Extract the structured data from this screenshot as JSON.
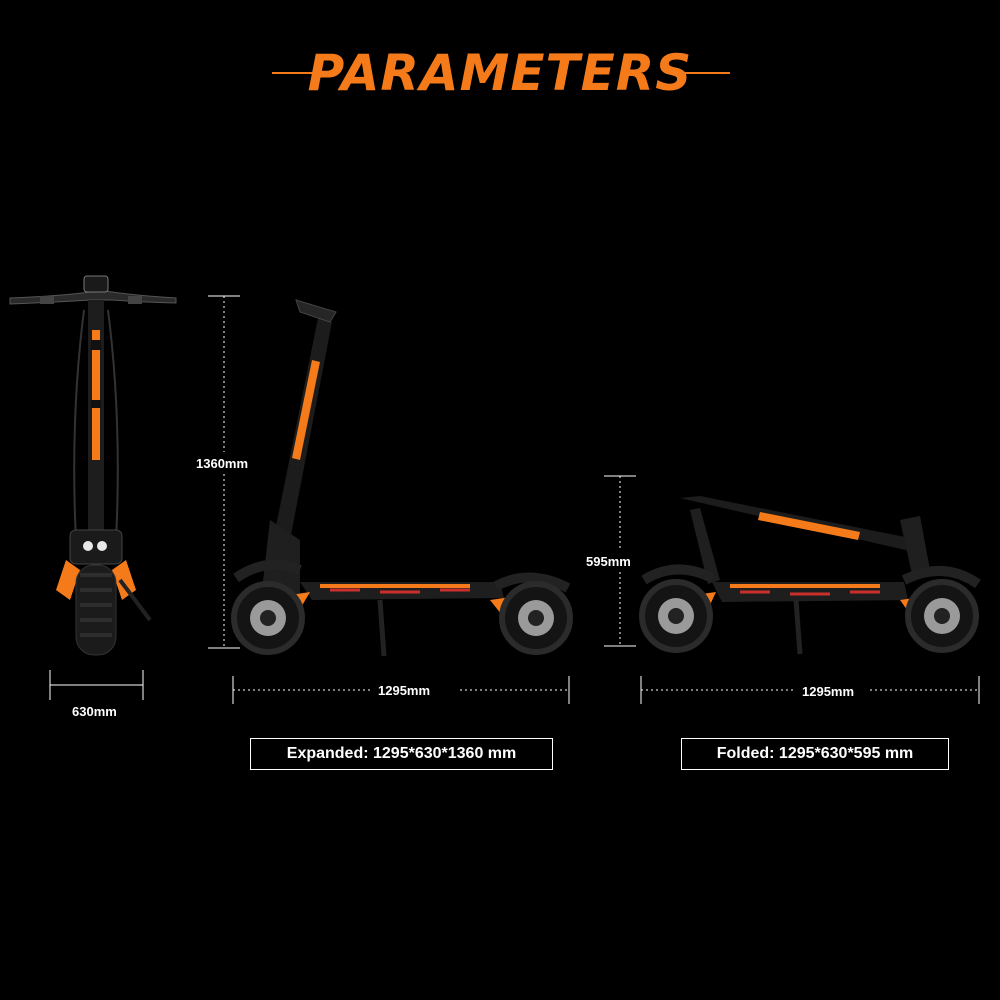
{
  "title": "PARAMETERS",
  "colors": {
    "accent": "#f57a1a",
    "background": "#000000",
    "text": "#ffffff"
  },
  "front_view": {
    "width_label": "630mm"
  },
  "expanded_view": {
    "height_label": "1360mm",
    "length_label": "1295mm",
    "spec": "Expanded: 1295*630*1360 mm"
  },
  "folded_view": {
    "height_label": "595mm",
    "length_label": "1295mm",
    "spec": "Folded: 1295*630*595 mm"
  }
}
